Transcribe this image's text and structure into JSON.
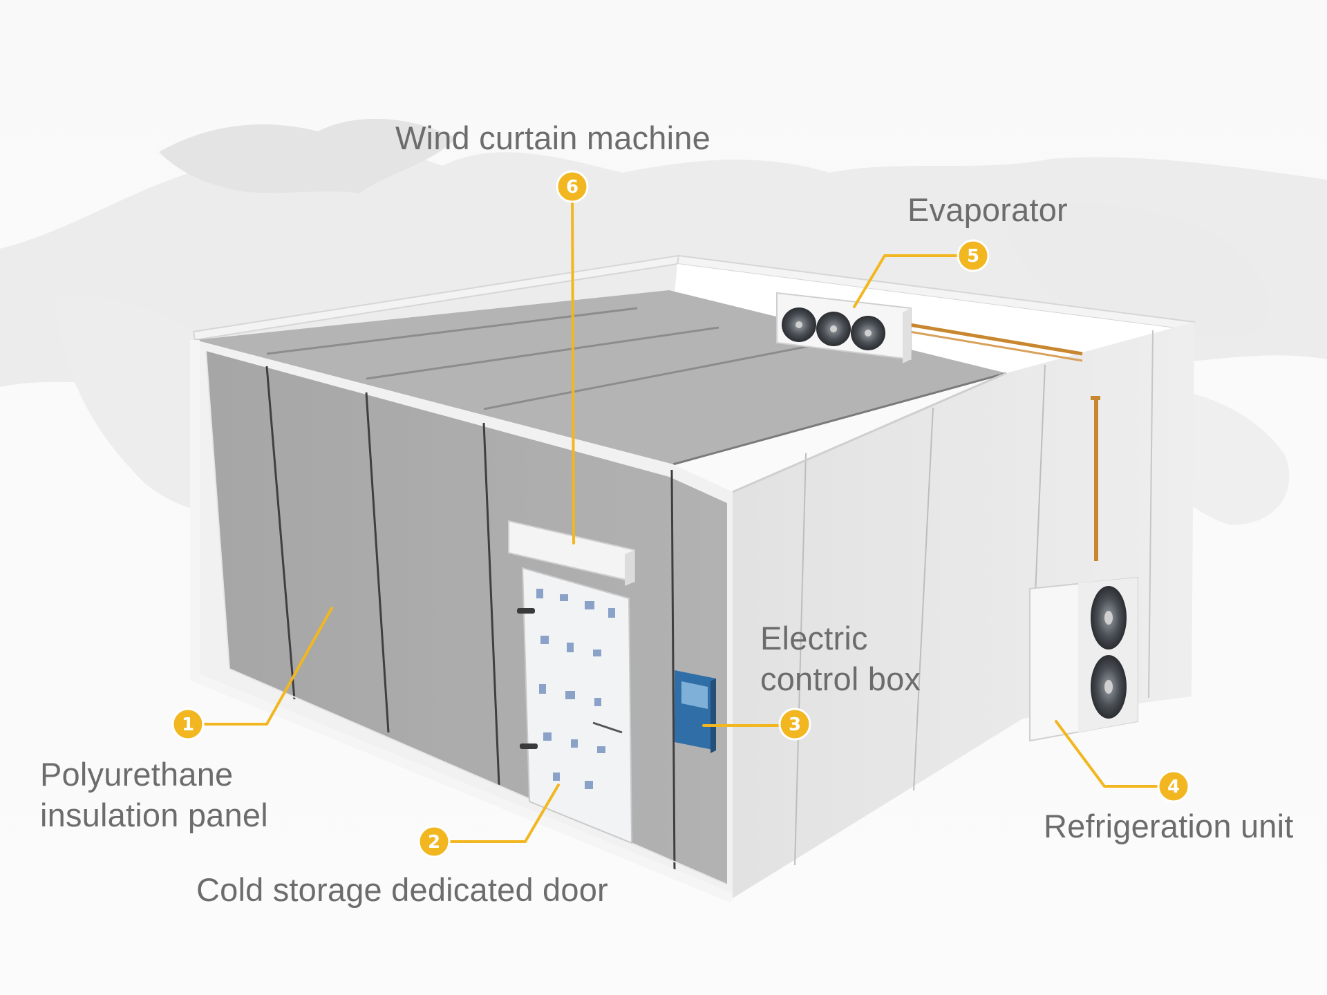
{
  "callouts": [
    {
      "number": "1",
      "label": "Polyurethane\ninsulation panel"
    },
    {
      "number": "2",
      "label": "Cold storage dedicated door"
    },
    {
      "number": "3",
      "label": "Electric\ncontrol box"
    },
    {
      "number": "4",
      "label": "Refrigeration unit"
    },
    {
      "number": "5",
      "label": "Evaporator"
    },
    {
      "number": "6",
      "label": "Wind curtain machine"
    }
  ],
  "colors": {
    "accent": "#f2b720",
    "label_text": "#6c6c6c",
    "panel_front": "#ababab",
    "panel_side": "#e8e8e8",
    "control_box": "#2f6ea6",
    "copper_pipe": "#c8862f"
  }
}
